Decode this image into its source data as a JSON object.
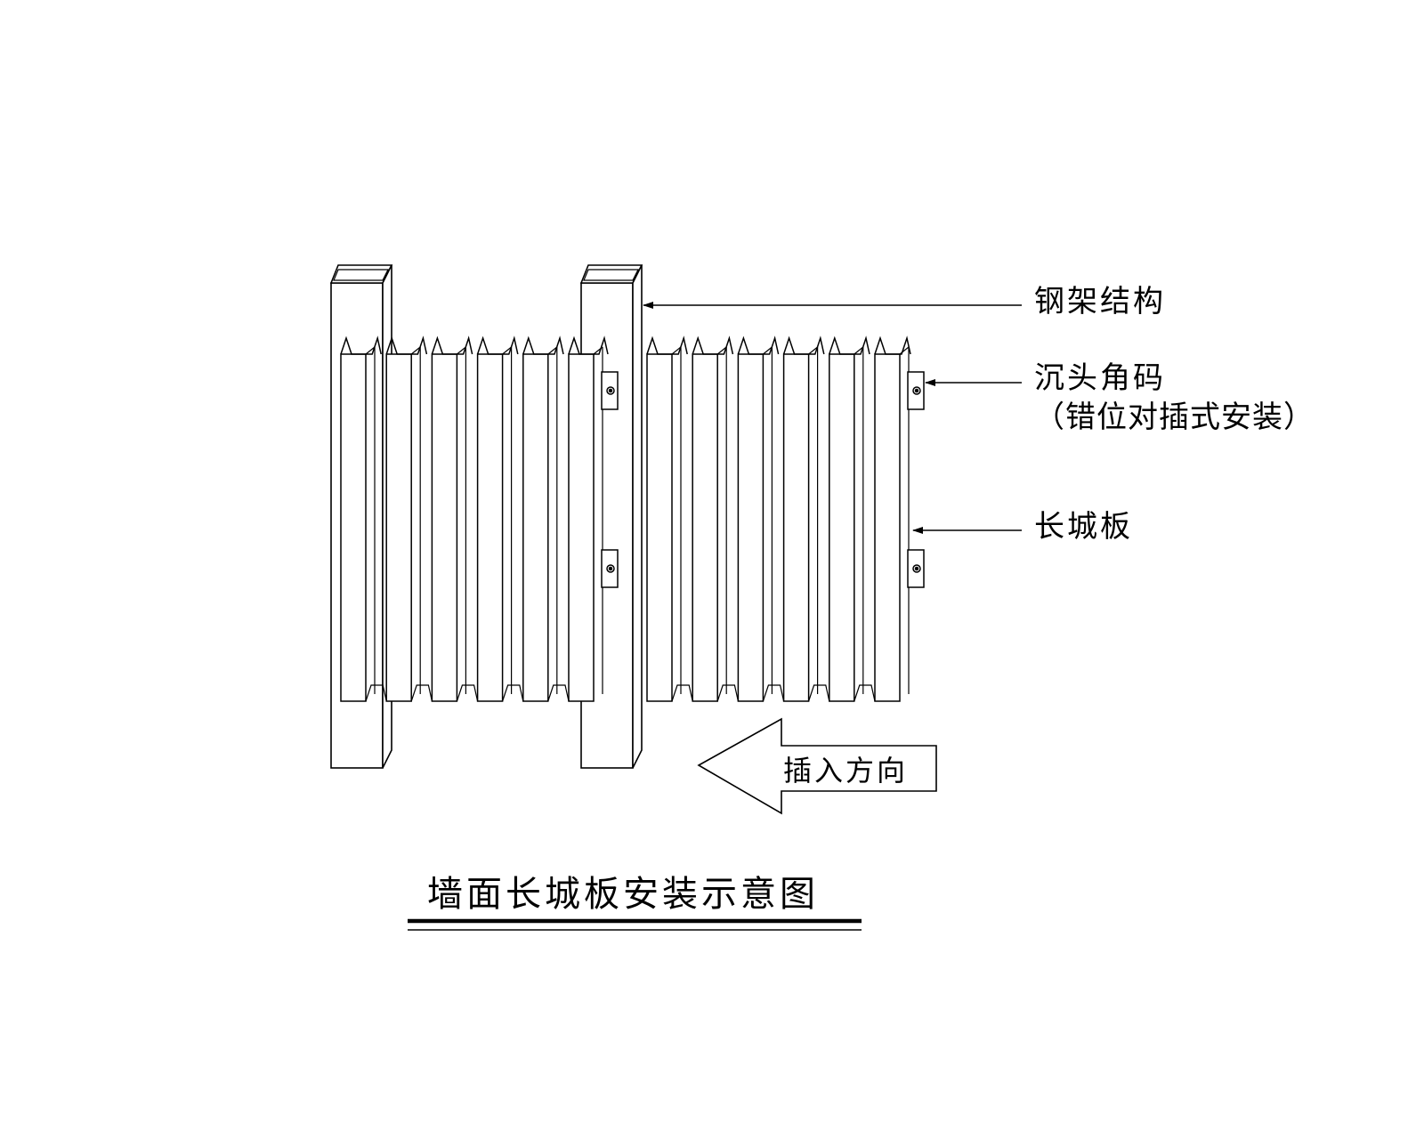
{
  "diagram": {
    "title": "墙面长城板安装示意图",
    "labels": {
      "steel_frame": "钢架结构",
      "angle_code": "沉头角码",
      "install_method": "（错位对插式安装）",
      "panel": "长城板",
      "insert_direction": "插入方向"
    },
    "line_color": "#000000",
    "background": "#ffffff"
  }
}
